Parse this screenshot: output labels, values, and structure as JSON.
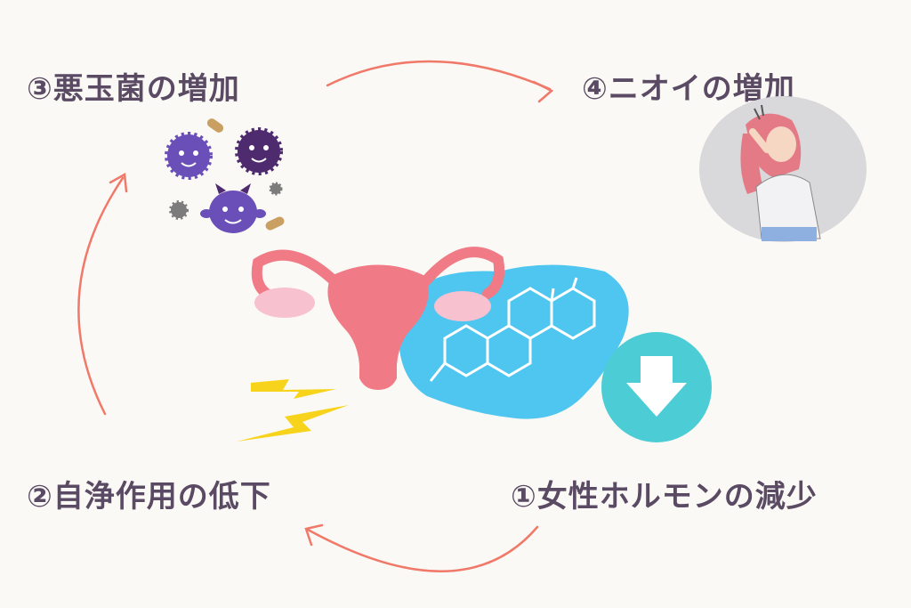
{
  "labels": {
    "step3": "③悪玉菌の増加",
    "step4": "④ニオイの増加",
    "step2": "②自浄作用の低下",
    "step1": "①女性ホルモンの減少"
  },
  "colors": {
    "text": "#5a4a63",
    "arrow": "#f0796a",
    "uterus": "#f07a85",
    "hormone_blob": "#4fc6ef",
    "down_circle": "#4ccdd6",
    "lightning": "#f7d31c",
    "germ_purple": "#6a4fb8",
    "germ_dark": "#4e2a6e"
  },
  "icons": [
    "uterus-icon",
    "hormone-molecule-icon",
    "down-arrow-icon",
    "lightning-icon",
    "germ-icon",
    "worried-woman-icon"
  ]
}
